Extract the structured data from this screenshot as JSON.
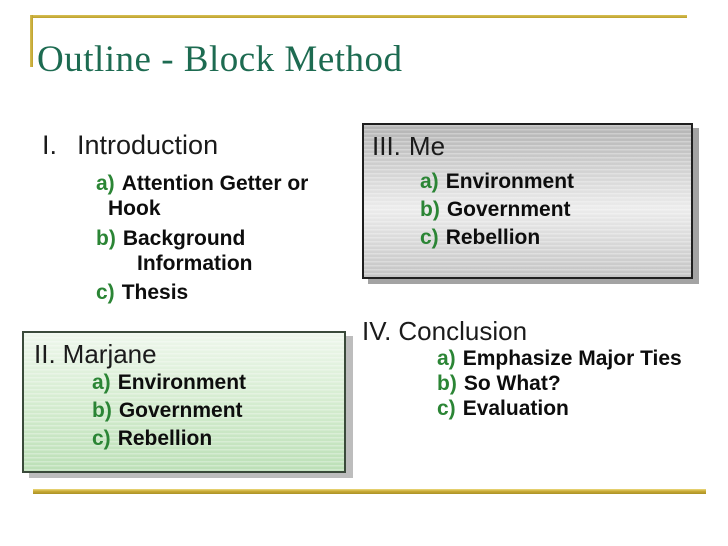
{
  "slide": {
    "title": "Outline - Block Method"
  },
  "colors": {
    "title_green": "#1d6b51",
    "gold_rule": "#c3a637",
    "marker_green": "#2b8535",
    "box_green_top": "#eef7ec",
    "box_green_bottom": "#bce0b7",
    "box_gray_top": "#b3b3b3",
    "box_gray_bottom": "#c4c4c4",
    "body_text": "#0d0d0d"
  },
  "sections": {
    "introduction": {
      "numeral": "I.",
      "heading": "Introduction",
      "items": [
        {
          "marker": "a)",
          "text": "Attention Getter or",
          "wrap": "Hook"
        },
        {
          "marker": "b)",
          "text": "Background",
          "wrap": "Information"
        },
        {
          "marker": "c)",
          "text": "Thesis"
        }
      ]
    },
    "marjane": {
      "numeral": "II.",
      "heading": "Marjane",
      "items": [
        {
          "marker": "a)",
          "text": "Environment"
        },
        {
          "marker": "b)",
          "text": "Government"
        },
        {
          "marker": "c)",
          "text": "Rebellion"
        }
      ]
    },
    "me": {
      "numeral": "III.",
      "heading": "Me",
      "items": [
        {
          "marker": "a)",
          "text": "Environment"
        },
        {
          "marker": "b)",
          "text": "Government"
        },
        {
          "marker": "c)",
          "text": "Rebellion"
        }
      ]
    },
    "conclusion": {
      "numeral": "IV.",
      "heading": "Conclusion",
      "items": [
        {
          "marker": "a)",
          "text": "Emphasize Major Ties"
        },
        {
          "marker": "b)",
          "text": "So What?"
        },
        {
          "marker": "c)",
          "text": "Evaluation"
        }
      ]
    }
  }
}
